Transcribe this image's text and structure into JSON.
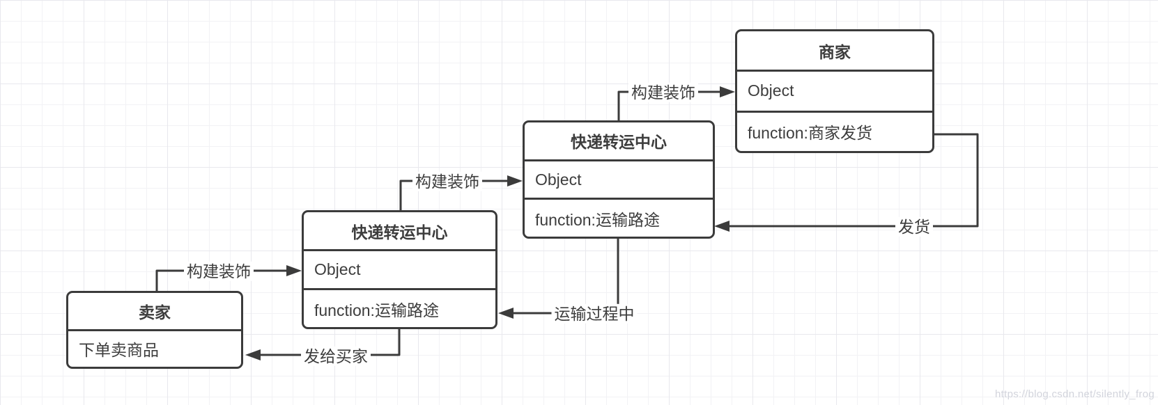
{
  "diagram": {
    "boxes": {
      "merchant": {
        "title": "商家",
        "rows": [
          "Object",
          "function:商家发货"
        ]
      },
      "hub_upper": {
        "title": "快递转运中心",
        "rows": [
          "Object",
          "function:运输路途"
        ]
      },
      "hub_lower": {
        "title": "快递转运中心",
        "rows": [
          "Object",
          "function:运输路途"
        ]
      },
      "seller": {
        "title": "卖家",
        "rows": [
          "下单卖商品"
        ]
      }
    },
    "edges": {
      "build_seller": {
        "label": "构建装饰"
      },
      "build_hub": {
        "label": "构建装饰"
      },
      "build_merchant": {
        "label": "构建装饰"
      },
      "ship": {
        "label": "发货"
      },
      "transit": {
        "label": "运输过程中"
      },
      "to_buyer": {
        "label": "发给买家"
      }
    },
    "watermark": "https://blog.csdn.net/silently_frog",
    "colors": {
      "line": "#3b3b3b",
      "text": "#3d3d3d",
      "node_bg": "#ffffff",
      "grid_minor": "#f2f2f5",
      "grid_major": "#e8e8ed",
      "watermark_color": "#d2d4dc",
      "background": "#ffffff"
    }
  }
}
